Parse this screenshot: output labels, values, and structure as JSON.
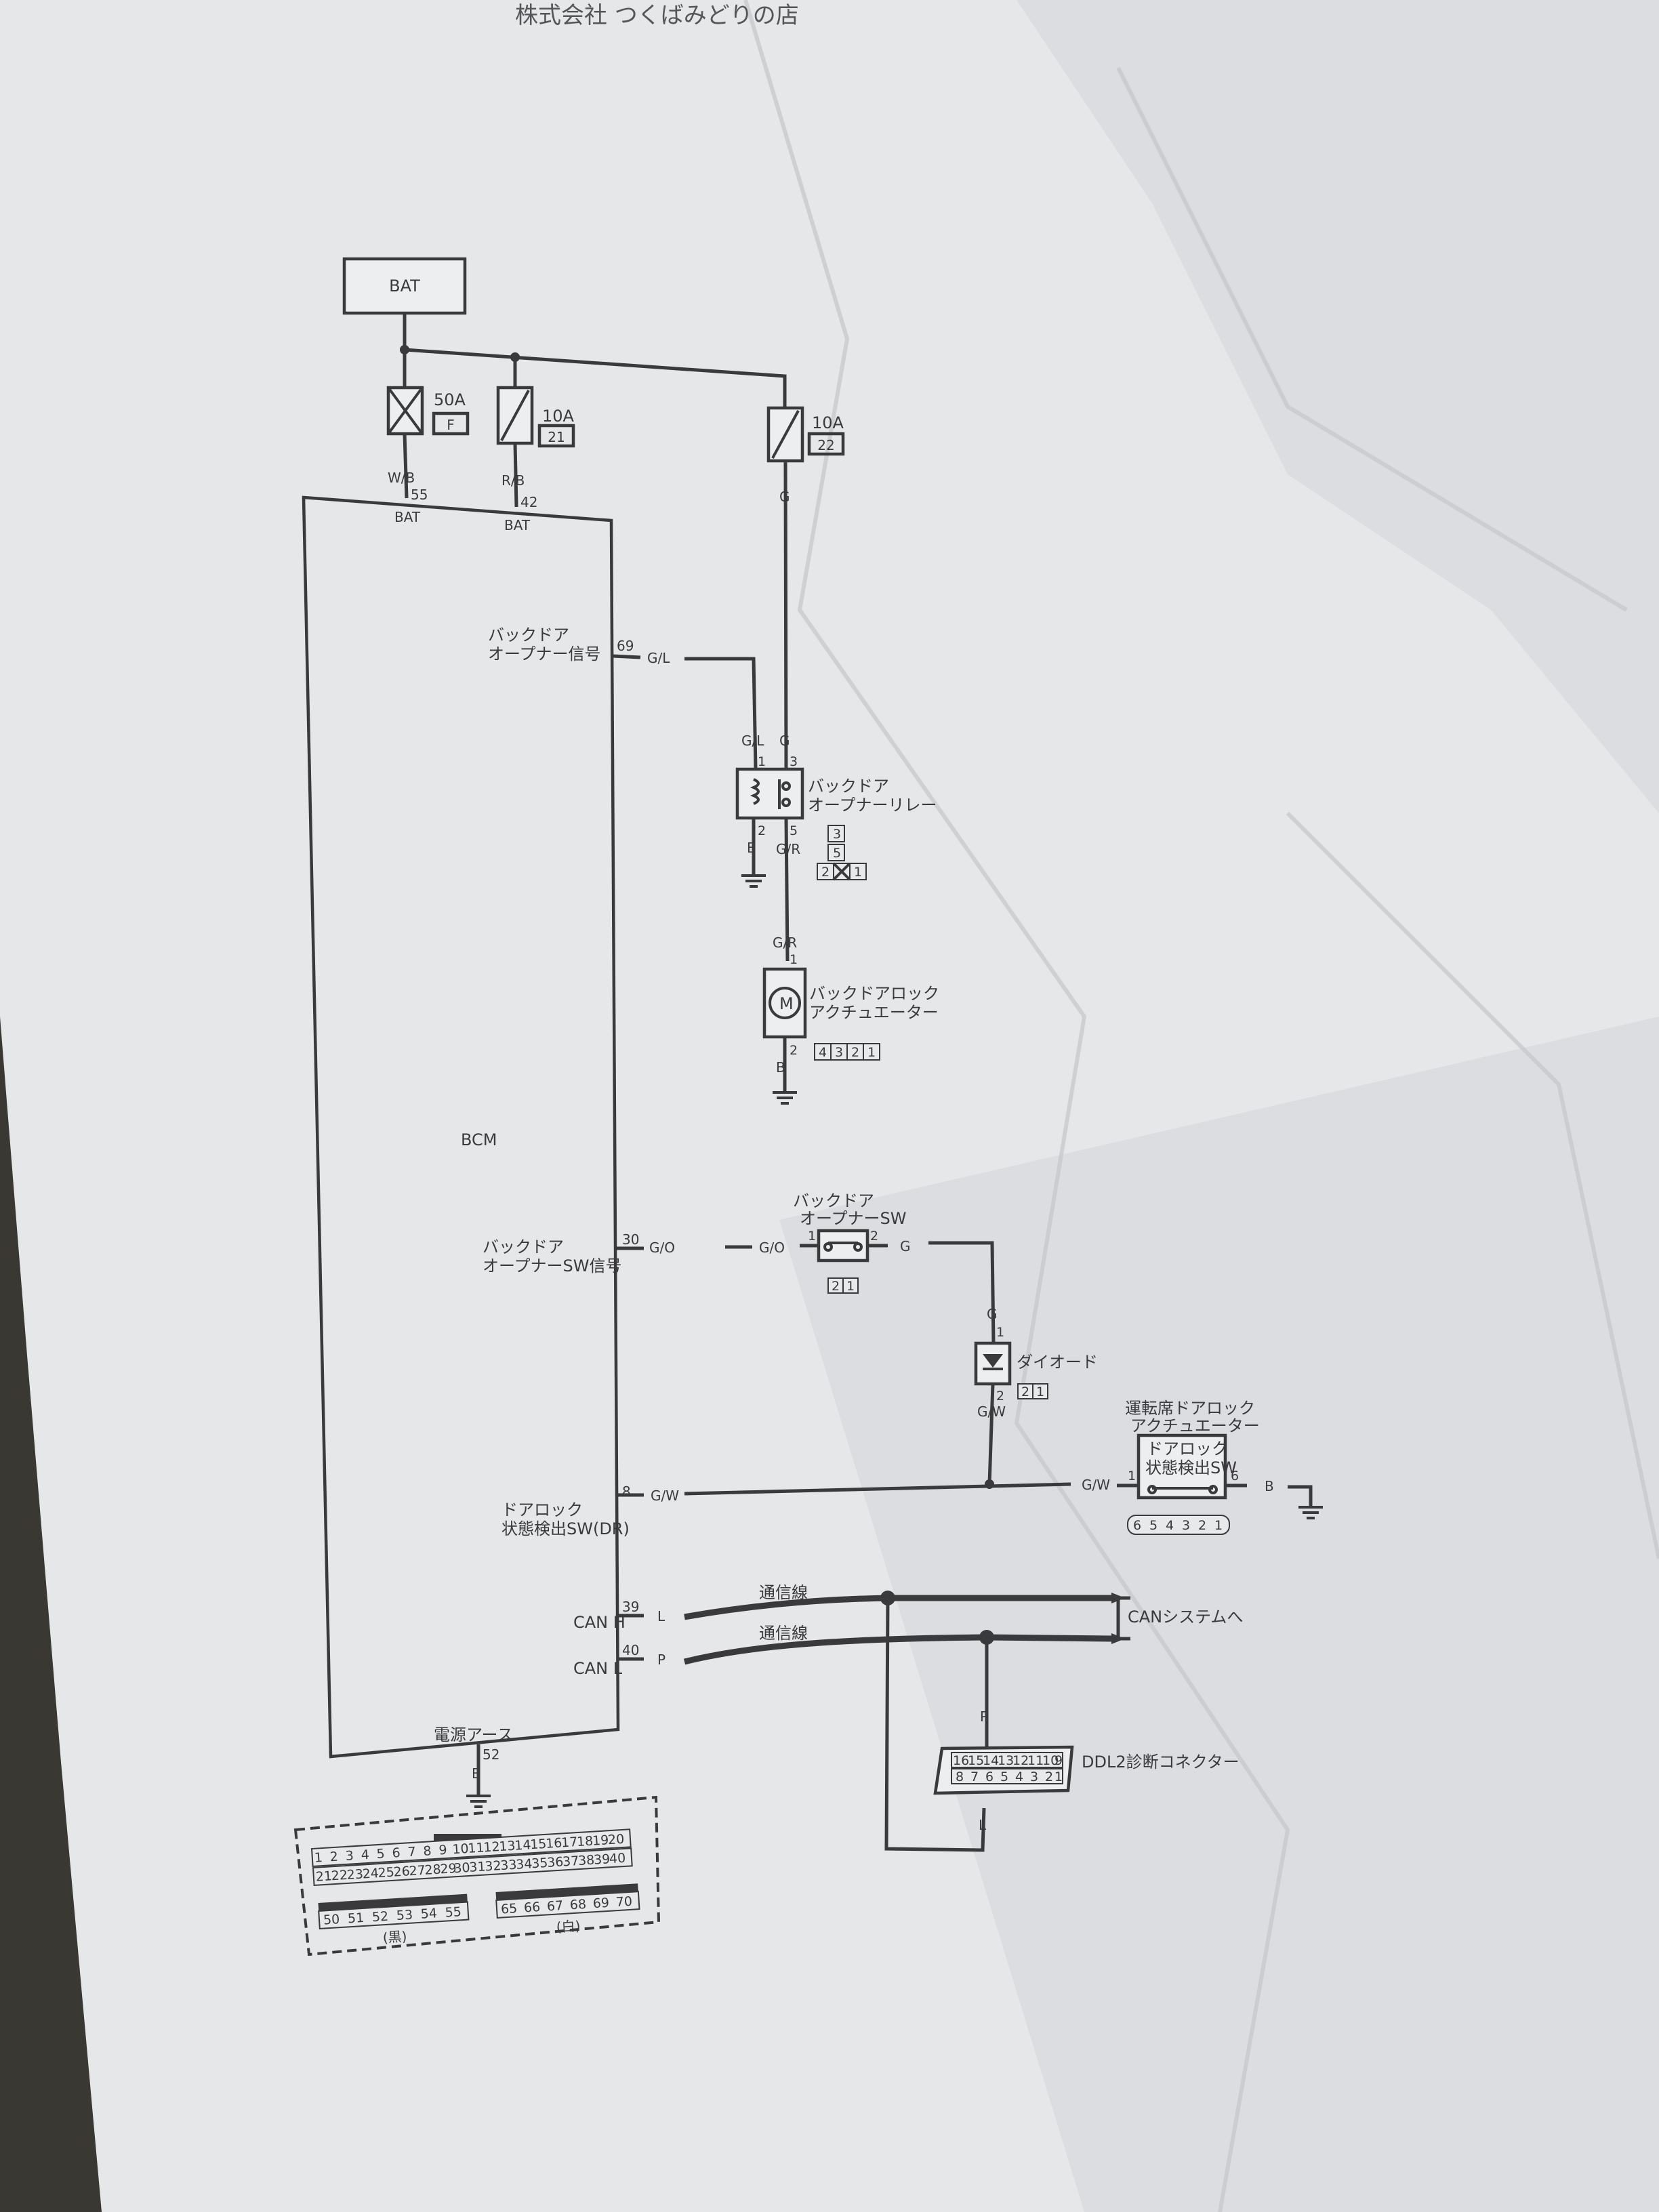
{
  "header_text": "株式会社 つくばみどりの店",
  "components": {
    "battery": "BAT",
    "bcm": "BCM",
    "fuse_main": {
      "rating": "50A",
      "id": "F"
    },
    "fuse_bcm": {
      "rating": "10A",
      "id": "21"
    },
    "fuse_relay": {
      "rating": "10A",
      "id": "22"
    },
    "relay": {
      "line1": "バックドア",
      "line2": "オープナーリレー"
    },
    "actuator": {
      "line1": "バックドアロック",
      "line2": "アクチュエーター",
      "symbol": "M"
    },
    "opener_sw": {
      "line1": "バックドア",
      "line2": "オープナーSW"
    },
    "diode": "ダイオード",
    "driver_lock": {
      "line1": "運転席ドアロック",
      "line2": "アクチュエーター",
      "sw_line1": "ドアロック",
      "sw_line2": "状態検出SW"
    },
    "dlc": "DDL2診断コネクター",
    "can_dest": "CANシステムへ",
    "comm_line": "通信線"
  },
  "bcm_terminals": {
    "bat1": {
      "label": "BAT",
      "pin": "55",
      "wire": "W/B"
    },
    "bat2": {
      "label": "BAT",
      "pin": "42",
      "wire": "R/B"
    },
    "opener_signal": {
      "line1": "バックドア",
      "line2": "オープナー信号",
      "pin": "69",
      "wire": "G/L"
    },
    "opener_sw_signal": {
      "line1": "バックドア",
      "line2": "オープナーSW信号",
      "pin": "30",
      "wire": "G/O"
    },
    "lock_state": {
      "line1": "ドアロック",
      "line2": "状態検出SW(DR)",
      "pin": "8",
      "wire": "G/W"
    },
    "can_h": {
      "label": "CAN H",
      "pin": "39",
      "wire": "L"
    },
    "can_l": {
      "label": "CAN L",
      "pin": "40",
      "wire": "P"
    },
    "ground": {
      "label": "電源アース",
      "pin": "52",
      "wire": "B"
    }
  },
  "wire_labels": {
    "g": "G",
    "gl": "G/L",
    "b": "B",
    "gr": "G/R",
    "go": "G/O",
    "gw": "G/W",
    "p": "P",
    "l": "L"
  },
  "pins": {
    "p1": "1",
    "p2": "2",
    "p3": "3",
    "p4": "4",
    "p5": "5",
    "p6": "6"
  },
  "bcm_connector_labels": {
    "left": "(黒)",
    "right": "(白)"
  },
  "bcm_conn_row1": [
    "1",
    "2",
    "3",
    "4",
    "5",
    "6",
    "7",
    "8",
    "9",
    "10",
    "11",
    "12",
    "13",
    "14",
    "15",
    "16",
    "17",
    "18",
    "19",
    "20"
  ],
  "bcm_conn_row2": [
    "21",
    "22",
    "23",
    "24",
    "25",
    "26",
    "27",
    "28",
    "29",
    "30",
    "31",
    "32",
    "33",
    "34",
    "35",
    "36",
    "37",
    "38",
    "39",
    "40"
  ],
  "bcm_conn_left_bottom": [
    "50",
    "51",
    "52",
    "53",
    "54",
    "55"
  ],
  "bcm_conn_right_bottom": [
    "65",
    "66",
    "67",
    "68",
    "69",
    "70"
  ],
  "dlc_row1": [
    "16",
    "15",
    "14",
    "13",
    "12",
    "11",
    "10",
    "9"
  ],
  "dlc_row2": [
    "8",
    "7",
    "6",
    "5",
    "4",
    "3",
    "2",
    "1"
  ],
  "relay_conn": [
    "3",
    "5",
    "2",
    "1"
  ],
  "actuator_conn": [
    "4",
    "3",
    "2",
    "1"
  ],
  "sw_conn": [
    "2",
    "1"
  ],
  "diode_conn": [
    "2",
    "1"
  ],
  "lock_conn": [
    "6",
    "5",
    "4",
    "3",
    "2",
    "1"
  ]
}
